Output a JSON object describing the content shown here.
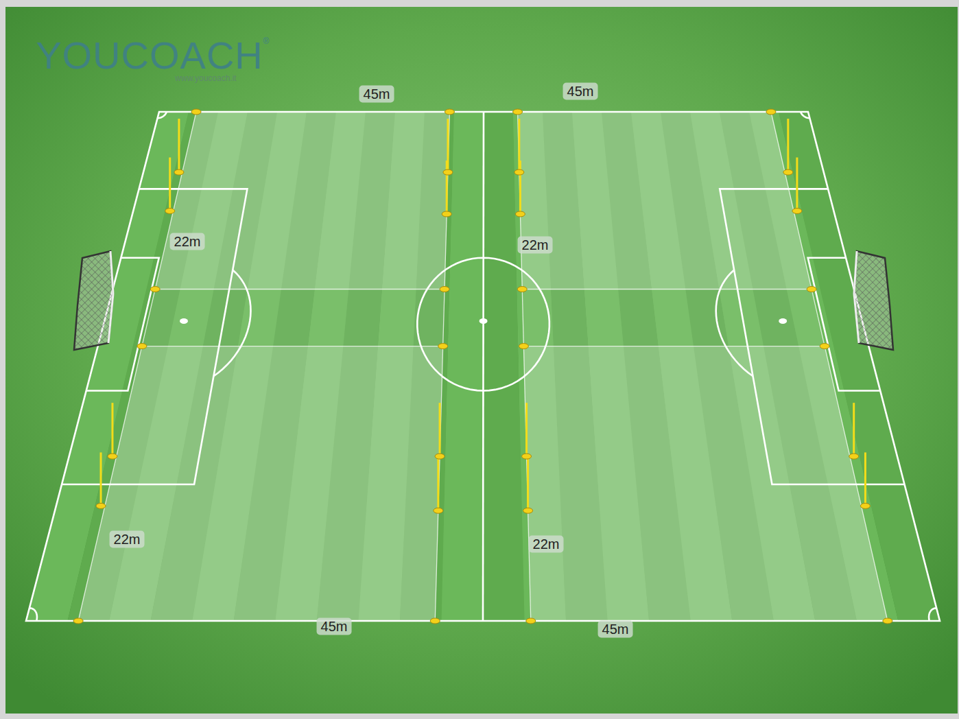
{
  "diagram": {
    "labels": [
      "YOUCOACH",
      "®",
      "www.youcoach.it",
      "45m",
      "45m",
      "22m",
      "22m",
      "22m",
      "22m",
      "45m",
      "45m"
    ]
  }
}
